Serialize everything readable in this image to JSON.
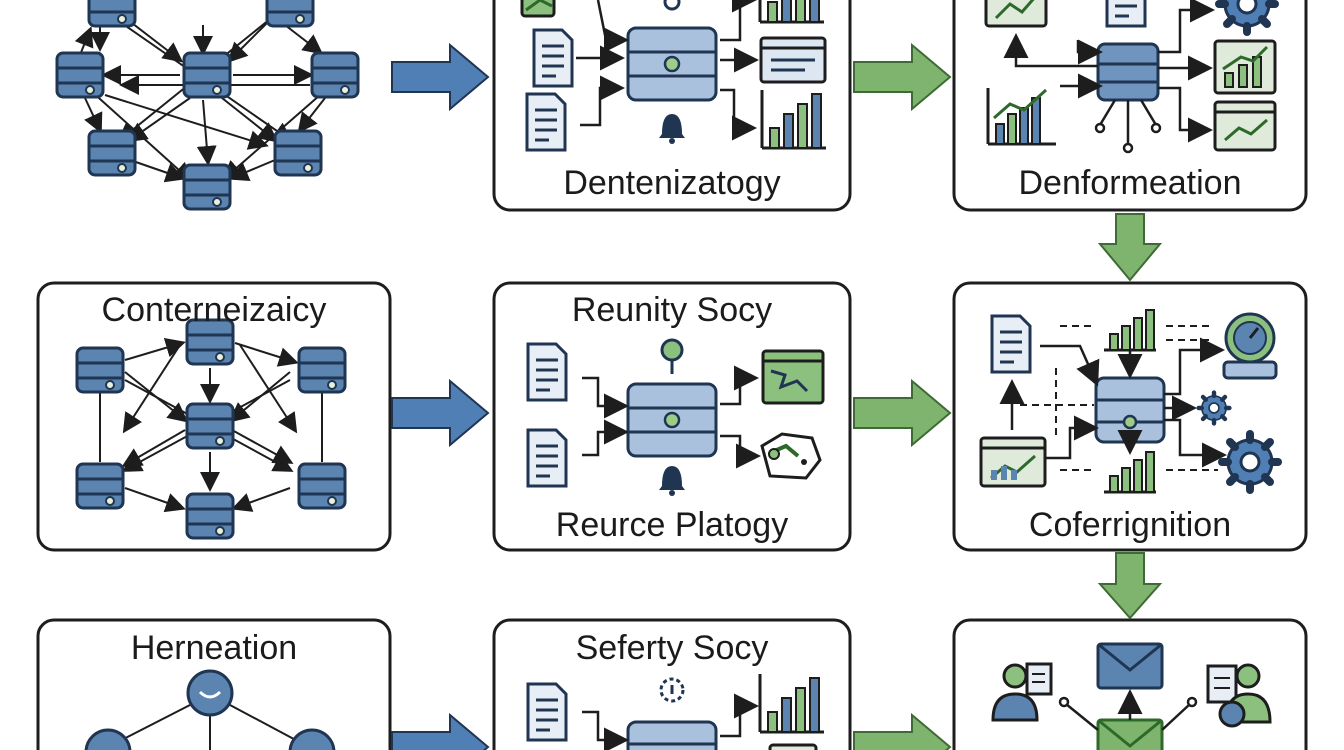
{
  "colors": {
    "db_fill": "#5b84b1",
    "db_stroke": "#1f3552",
    "green_arrow": "#7fb46f",
    "blue_arrow": "#4f7fb5",
    "box_stroke": "#1d1d1d",
    "doc_fill": "#e8eef6",
    "green_fill": "#8cc07f"
  },
  "panels": {
    "top_left": {
      "title": ""
    },
    "top_mid": {
      "title": "Dentenizatogy"
    },
    "top_right": {
      "title": "Denformeation"
    },
    "mid_left": {
      "title": "Conterneizaicy"
    },
    "mid_mid": {
      "title": "Reunity Socy",
      "subtitle": "Reurce Platogy"
    },
    "mid_right": {
      "title": "Coferrignition"
    },
    "bot_left": {
      "title": "Herneation"
    },
    "bot_mid": {
      "title": "Seferty Socy"
    },
    "bot_right": {
      "title": ""
    }
  },
  "icons": [
    "database-icon",
    "document-icon",
    "bar-chart-icon",
    "line-chart-icon",
    "gear-icon",
    "bell-icon",
    "envelope-icon",
    "user-icon",
    "gauge-icon",
    "map-icon"
  ]
}
